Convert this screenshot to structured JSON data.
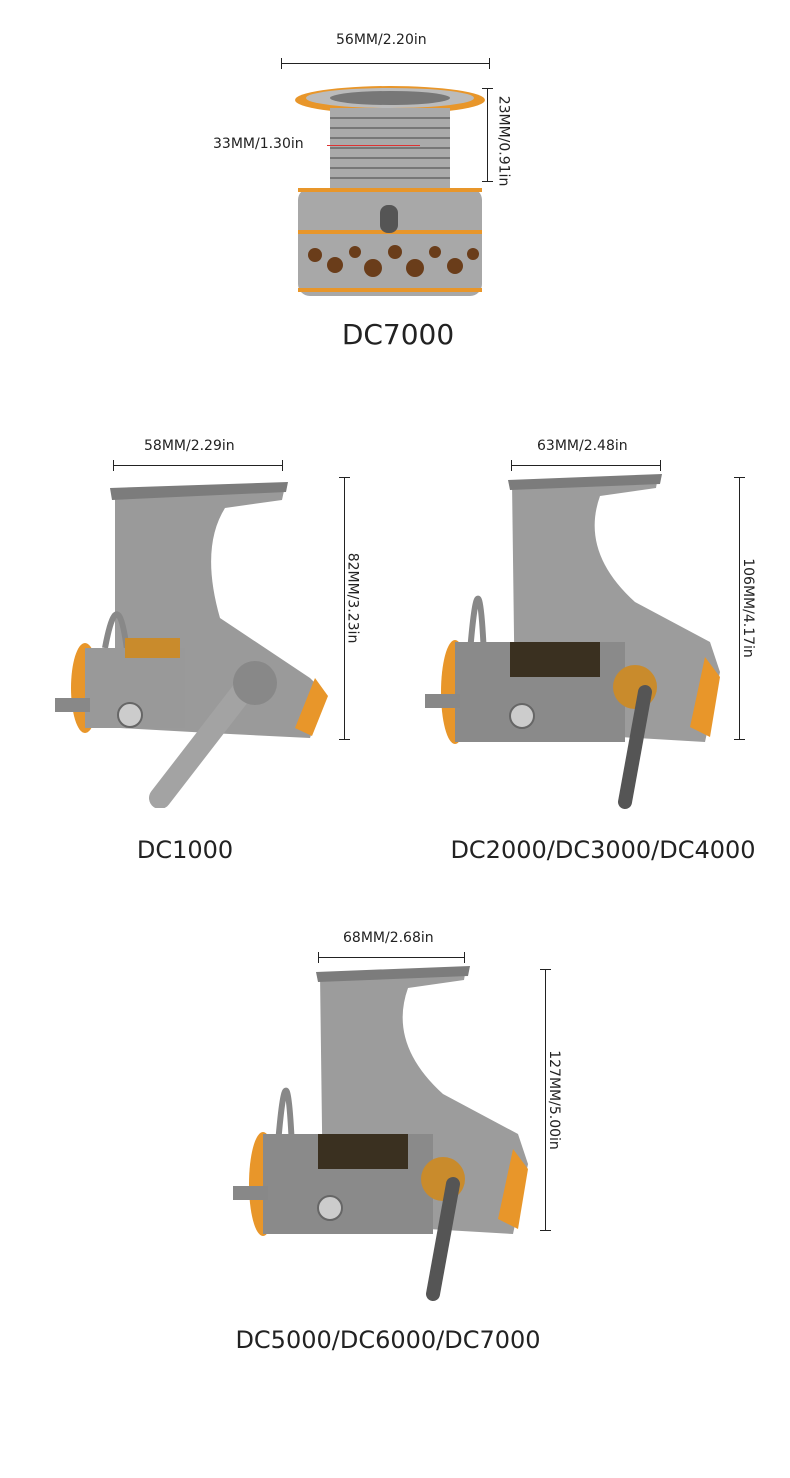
{
  "spool": {
    "model": "DC7000",
    "width_label": "56MM/2.20in",
    "inner_label": "33MM/1.30in",
    "height_label": "23MM/0.91in"
  },
  "reels": [
    {
      "model": "DC1000",
      "width_label": "58MM/2.29in",
      "height_label": "82MM/3.23in"
    },
    {
      "model": "DC2000/DC3000/DC4000",
      "width_label": "63MM/2.48in",
      "height_label": "106MM/4.17in"
    },
    {
      "model": "DC5000/DC6000/DC7000",
      "width_label": "68MM/2.68in",
      "height_label": "127MM/5.00in"
    }
  ],
  "colors": {
    "accent_orange": "#e8962a",
    "metal_gray": "#9a9a9a",
    "measure_red": "#d33"
  }
}
